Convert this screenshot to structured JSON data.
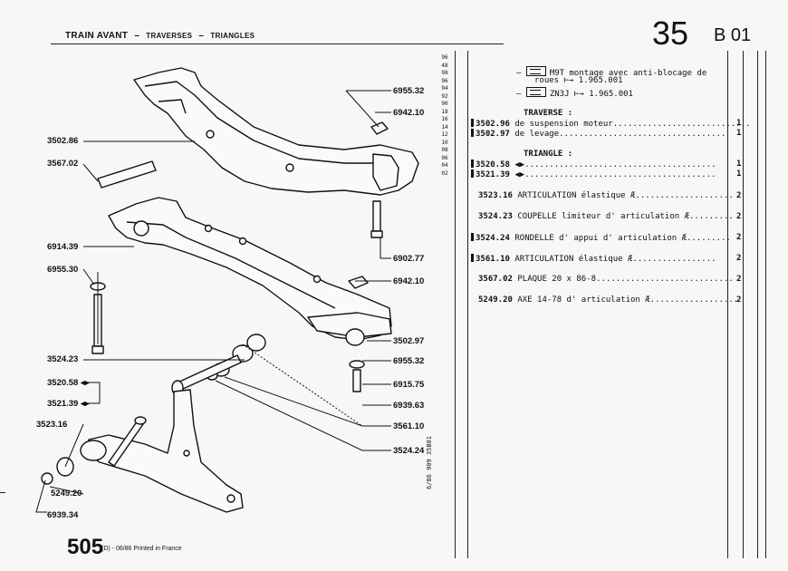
{
  "header": {
    "title_main": "TRAIN AVANT",
    "title_sep1": "–",
    "title_sub1": "TRAVERSES",
    "title_sep2": "–",
    "title_sub2": "TRIANGLES",
    "section_number": "35",
    "section_code": "B 01"
  },
  "diagram_labels": {
    "l6955_32_top": "6955.32",
    "l6942_10_top": "6942.10",
    "l3502_86": "3502.86",
    "l3567_02": "3567.02",
    "l6914_39": "6914.39",
    "l6955_30": "6955.30",
    "l6902_77": "6902.77",
    "l6942_10_mid": "6942.10",
    "l3502_97": "3502.97",
    "l3524_23": "3524.23",
    "l6955_32_low": "6955.32",
    "l3520_58": "3520.58",
    "l6915_75": "6915.75",
    "l3521_39": "3521.39",
    "l6939_63": "6939.63",
    "l3523_16": "3523.16",
    "l3561_10": "3561.10",
    "l3524_24": "3524.24",
    "l5249_20": "5249.20",
    "l6939_34": "6939.34"
  },
  "parts_list": {
    "notes": [
      {
        "prefix": "–",
        "text": "M9T montage avec anti-blocage de"
      },
      {
        "prefix": "",
        "text": "roues ⊢→ 1.965.001"
      },
      {
        "prefix": "–",
        "text": "ZN3J ⊢→ 1.965.001"
      }
    ],
    "traverse_heading": "TRAVERSE :",
    "traverse_rows": [
      {
        "ref": "3502.96",
        "desc": "de suspension moteur",
        "qty": "1"
      },
      {
        "ref": "3502.97",
        "desc": "de levage",
        "qty": "1"
      }
    ],
    "triangle_heading": "TRIANGLE :",
    "triangle_rows": [
      {
        "ref": "3520.58",
        "desc": "◀▶",
        "qty": "1"
      },
      {
        "ref": "3521.39",
        "desc": "◀▶",
        "qty": "1"
      }
    ],
    "rows": [
      {
        "ref": "3523.16",
        "desc": "ARTICULATION élastique Æ",
        "qty": "2"
      },
      {
        "ref": "3524.23",
        "desc": "COUPELLE limiteur d' articulation Æ",
        "qty": "2"
      },
      {
        "ref": "3524.24",
        "desc": "RONDELLE d' appui d' articulation Æ",
        "qty": "2"
      },
      {
        "ref": "3561.10",
        "desc": "ARTICULATION élastique Æ",
        "qty": "2"
      },
      {
        "ref": "3567.02",
        "desc": "PLAQUE 20 x 86-8",
        "qty": "2"
      },
      {
        "ref": "5249.20",
        "desc": "AXE 14-78 d' articulation Æ",
        "qty": "2"
      }
    ]
  },
  "side_code": "6/86 909 35B01",
  "left_column_code": "96 48 98 96 94 92 90 18 16 14 12 10 08 06 04 02",
  "footer": {
    "page": "505",
    "small": "(D) - 06/86 Printed in France"
  }
}
